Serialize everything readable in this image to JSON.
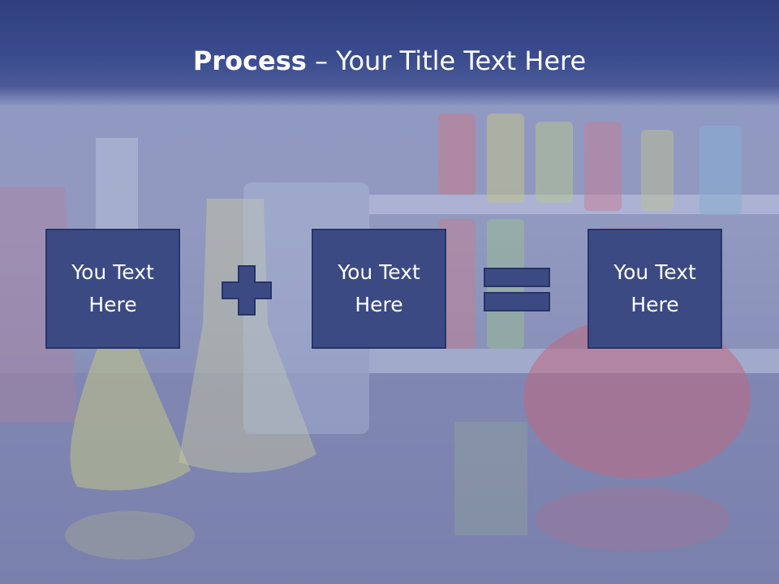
{
  "slide": {
    "title_bold": "Process",
    "title_rest": " – Your Title Text Here",
    "boxes": [
      {
        "text": "You Text\nHere"
      },
      {
        "text": "You Text\nHere"
      },
      {
        "text": "You Text\nHere"
      }
    ],
    "operators": [
      "plus-icon",
      "equals-icon"
    ],
    "colors": {
      "title_bar": "#3b4c8e",
      "box_fill": "#3c4a84",
      "box_border": "#27346a",
      "text": "#ffffff"
    }
  }
}
